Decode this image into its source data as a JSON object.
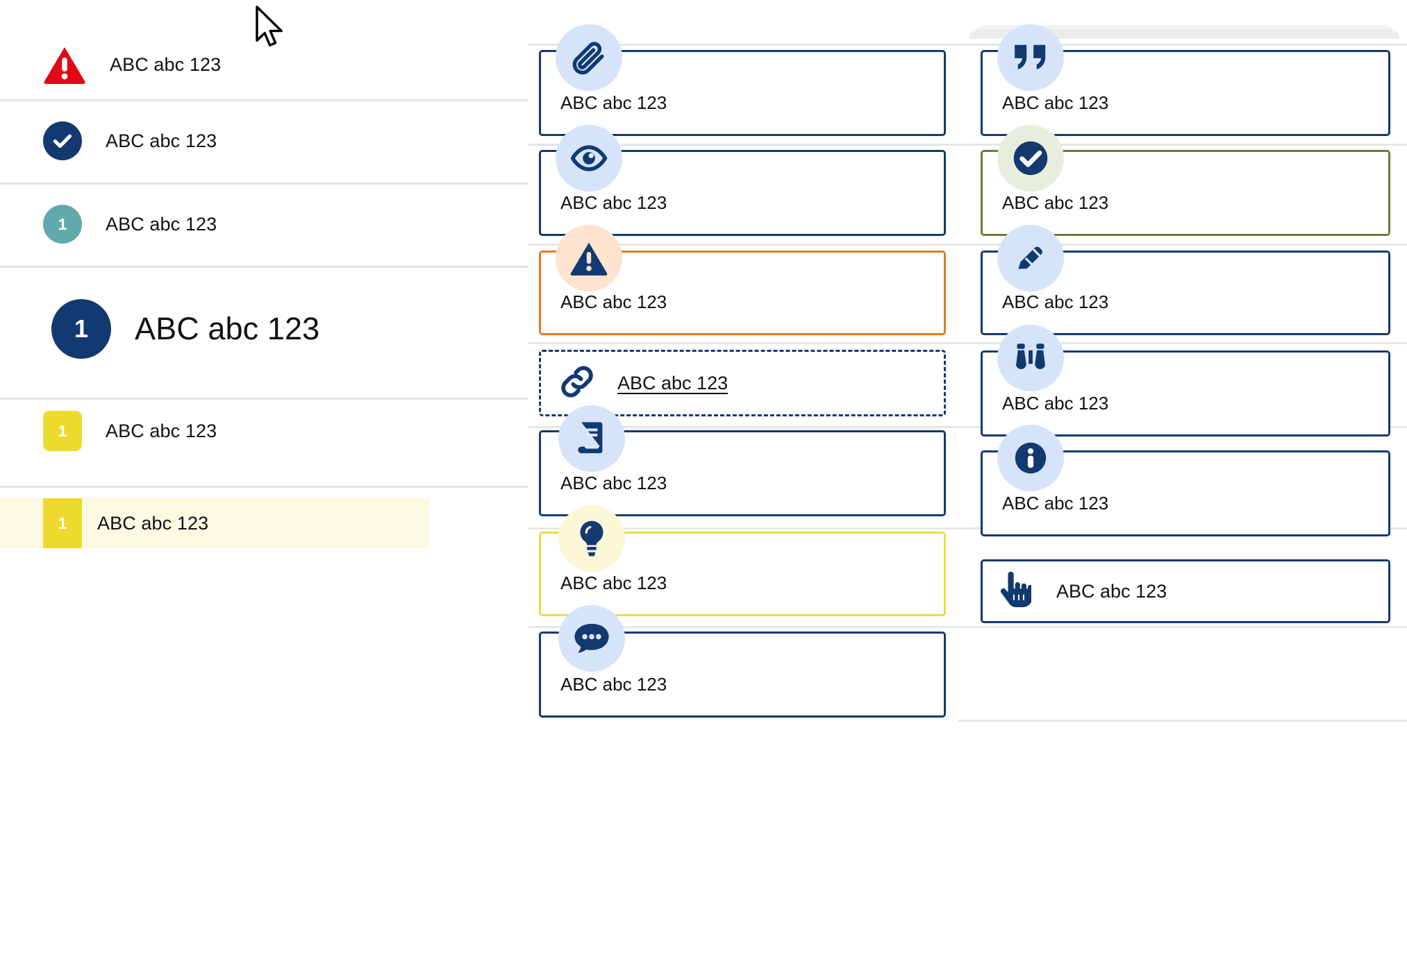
{
  "sidebar": {
    "items": [
      {
        "label": "ABC abc 123",
        "badge_icon": "alert-triangle-icon",
        "badge_text": "",
        "badge_shape": "triangle",
        "badge_color": "#e30613",
        "text_size": "normal",
        "highlighted": false
      },
      {
        "label": "ABC abc 123",
        "badge_icon": "check-circle-icon",
        "badge_text": "",
        "badge_shape": "circle",
        "badge_color": "#123a70",
        "text_size": "normal",
        "highlighted": false
      },
      {
        "label": "ABC abc 123",
        "badge_icon": "number-badge",
        "badge_text": "1",
        "badge_shape": "circle",
        "badge_color": "#62a9ab",
        "text_size": "normal",
        "highlighted": false
      },
      {
        "label": "ABC abc 123",
        "badge_icon": "number-badge",
        "badge_text": "1",
        "badge_shape": "circle",
        "badge_color": "#123a70",
        "text_size": "large",
        "highlighted": false
      },
      {
        "label": "ABC abc 123",
        "badge_icon": "number-badge",
        "badge_text": "1",
        "badge_shape": "rounded-square",
        "badge_color": "#ecdb2e",
        "text_size": "normal",
        "highlighted": false
      },
      {
        "label": "ABC abc 123",
        "badge_icon": "number-badge",
        "badge_text": "1",
        "badge_shape": "flat-square",
        "badge_color": "#ecdb2e",
        "text_size": "normal",
        "highlighted": true
      }
    ],
    "highlight_background": "#fdfae3",
    "divider_color": "#e3e3e3"
  },
  "middle_column": {
    "cards": [
      {
        "icon": "paperclip-icon",
        "icon_bg": "#d6e4fa",
        "border_color": "#123a70",
        "border_style": "solid",
        "text": "ABC abc 123",
        "layout": "stacked"
      },
      {
        "icon": "eye-icon",
        "icon_bg": "#d6e4fa",
        "border_color": "#123a70",
        "border_style": "solid",
        "text": "ABC abc 123",
        "layout": "stacked"
      },
      {
        "icon": "warning-triangle-icon",
        "icon_bg": "#fde3d0",
        "border_color": "#e07b23",
        "border_style": "solid",
        "text": "ABC abc 123",
        "layout": "stacked"
      },
      {
        "icon": "link-chain-icon",
        "icon_bg": "none",
        "border_color": "#123a70",
        "border_style": "dashed",
        "text": "ABC abc 123",
        "layout": "inline",
        "underline": true
      },
      {
        "icon": "book-icon",
        "icon_bg": "#d6e4fa",
        "border_color": "#123a70",
        "border_style": "solid",
        "text": "ABC abc 123",
        "layout": "stacked"
      },
      {
        "icon": "lightbulb-icon",
        "icon_bg": "#fbf7d7",
        "border_color": "#e8de3c",
        "border_style": "solid",
        "text": "ABC abc 123",
        "layout": "stacked"
      },
      {
        "icon": "speech-bubble-icon",
        "icon_bg": "#d6e4fa",
        "border_color": "#123a70",
        "border_style": "solid",
        "text": "ABC abc 123",
        "layout": "stacked"
      }
    ]
  },
  "right_column": {
    "cards": [
      {
        "icon": "quote-icon",
        "icon_bg": "#d6e4fa",
        "border_color": "#123a70",
        "border_style": "solid",
        "text": "ABC abc 123",
        "layout": "stacked"
      },
      {
        "icon": "check-circle-icon",
        "icon_bg": "#e8eedd",
        "border_color": "#6c7c33",
        "border_style": "solid",
        "text": "ABC abc 123",
        "layout": "stacked"
      },
      {
        "icon": "pencil-icon",
        "icon_bg": "#d6e4fa",
        "border_color": "#123a70",
        "border_style": "solid",
        "text": "ABC abc 123",
        "layout": "stacked"
      },
      {
        "icon": "binoculars-icon",
        "icon_bg": "#d6e4fa",
        "border_color": "#123a70",
        "border_style": "solid",
        "text": "ABC abc 123",
        "layout": "stacked"
      },
      {
        "icon": "info-circle-icon",
        "icon_bg": "#d6e4fa",
        "border_color": "#123a70",
        "border_style": "solid",
        "text": "ABC abc 123",
        "layout": "stacked"
      },
      {
        "icon": "hand-pointer-icon",
        "icon_bg": "none",
        "border_color": "#123a70",
        "border_style": "solid",
        "text": "ABC abc 123",
        "layout": "inline",
        "underline": false
      }
    ]
  },
  "cursor": {
    "icon": "mouse-pointer-icon"
  },
  "colors": {
    "brand_navy": "#123a70",
    "alert_red": "#e30613",
    "teal": "#62a9ab",
    "yellow": "#ecdb2e",
    "orange": "#e07b23",
    "olive_green": "#6c7c33",
    "icon_bubble_blue": "#d6e4fa",
    "icon_bubble_peach": "#fde3d0",
    "icon_bubble_mint": "#e8eedd",
    "icon_bubble_cream": "#fbf7d7"
  }
}
